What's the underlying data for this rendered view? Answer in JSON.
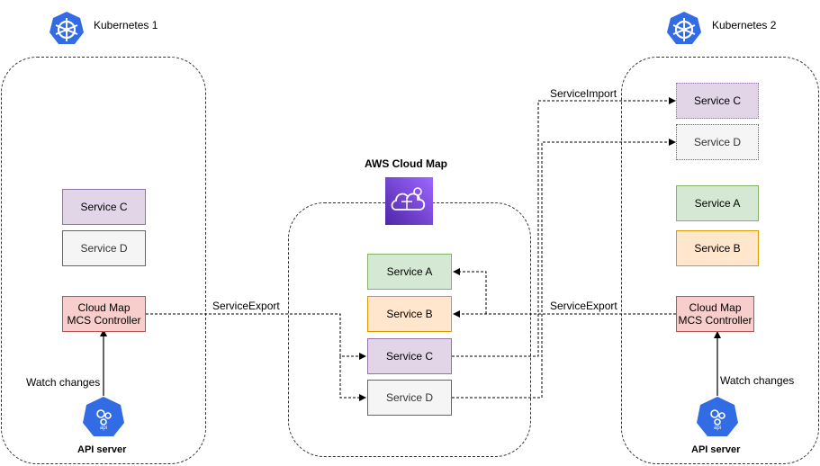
{
  "clusters": {
    "k8s1": {
      "title": "Kubernetes 1",
      "services": [
        "Service C",
        "Service D"
      ],
      "controller": "Cloud Map\nMCS Controller",
      "watch": "Watch changes",
      "api": "API server"
    },
    "k8s2": {
      "title": "Kubernetes 2",
      "services": [
        "Service C",
        "Service D",
        "Service A",
        "Service B"
      ],
      "controller": "Cloud Map\nMCS Controller",
      "watch": "Watch changes",
      "api": "API server"
    }
  },
  "cloudmap": {
    "title": "AWS Cloud Map",
    "services": [
      "Service A",
      "Service B",
      "Service C",
      "Service D"
    ]
  },
  "edges": {
    "export_left": "ServiceExport",
    "export_right": "ServiceExport",
    "import": "ServiceImport"
  },
  "icons": {
    "k8s": "kubernetes-logo-icon",
    "api": "kubernetes-api-icon",
    "cloudmap": "aws-cloud-map-icon",
    "api_badge": "api"
  },
  "colors": {
    "purple_fill": "#e1d5e7",
    "purple_stroke": "#9673a6",
    "gray_fill": "#f5f5f5",
    "gray_stroke": "#666666",
    "green_fill": "#d5e8d4",
    "green_stroke": "#82b366",
    "orange_fill": "#ffe6cc",
    "orange_stroke": "#d79b00",
    "red_fill": "#f8cecc",
    "red_stroke": "#b85450",
    "k8s_blue": "#326ce5",
    "cloudmap_purple": "#7d3cf0"
  }
}
